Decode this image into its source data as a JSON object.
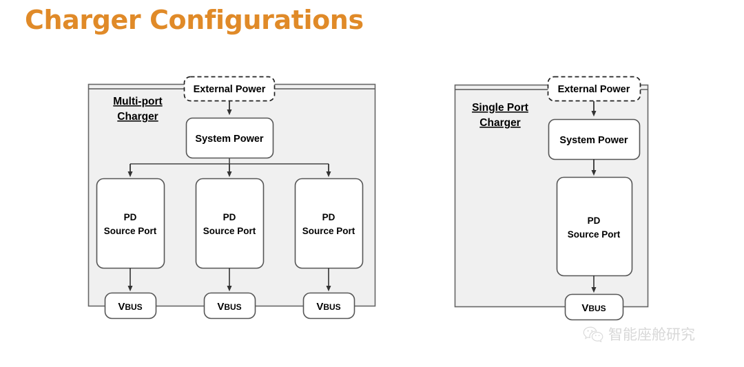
{
  "page": {
    "title": "Charger Configurations",
    "title_color": "#e08a28",
    "background": "#ffffff"
  },
  "style": {
    "container_fill": "#f0f0f0",
    "container_stroke": "#666666",
    "box_fill": "#ffffff",
    "box_stroke": "#555555",
    "line_color": "#444444",
    "text_color": "#000000"
  },
  "diagrams": [
    {
      "id": "multi-port-charger",
      "label": "Multi-port\nCharger",
      "label_line1": "Multi-port",
      "label_line2": "Charger",
      "external_power": "External Power",
      "system_power": "System Power",
      "ports": [
        {
          "line1": "PD",
          "line2": "Source Port",
          "vbus": "VBUS",
          "vbus_cap": "V",
          "vbus_small": "BUS"
        },
        {
          "line1": "PD",
          "line2": "Source Port",
          "vbus": "VBUS",
          "vbus_cap": "V",
          "vbus_small": "BUS"
        },
        {
          "line1": "PD",
          "line2": "Source Port",
          "vbus": "VBUS",
          "vbus_cap": "V",
          "vbus_small": "BUS"
        }
      ]
    },
    {
      "id": "single-port-charger",
      "label": "Single Port\nCharger",
      "label_line1": "Single Port",
      "label_line2": "Charger",
      "external_power": "External Power",
      "system_power": "System Power",
      "ports": [
        {
          "line1": "PD",
          "line2": "Source Port",
          "vbus": "VBUS",
          "vbus_cap": "V",
          "vbus_small": "BUS"
        }
      ]
    }
  ],
  "watermark": {
    "text": "智能座舱研究",
    "icon": "wechat-icon",
    "color": "#d8d8d8"
  }
}
